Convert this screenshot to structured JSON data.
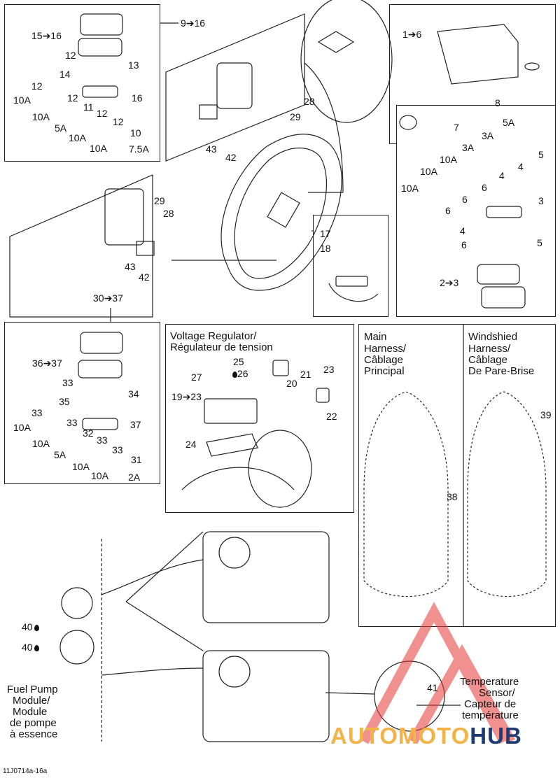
{
  "fuse_box_top": {
    "callouts": [
      "15➔16",
      "12",
      "14",
      "13",
      "12",
      "16",
      "12",
      "10A",
      "10A",
      "11",
      "12",
      "5A",
      "10A",
      "12",
      "10A",
      "10",
      "7.5A"
    ]
  },
  "bracket_detail": {
    "callouts": [
      "9➔16",
      "28",
      "29",
      "43",
      "42"
    ]
  },
  "main_fuse_box": {
    "callouts": [
      "1➔6",
      "8",
      "7"
    ]
  },
  "fuse_set_right": {
    "callouts": [
      "5A",
      "3A",
      "3A",
      "5",
      "10A",
      "4",
      "10A",
      "4",
      "10A",
      "6",
      "6",
      "3",
      "4",
      "5",
      "6",
      "2➔3"
    ]
  },
  "bracket_left": {
    "callouts": [
      "29",
      "28",
      "43",
      "42",
      "30➔37"
    ]
  },
  "connector_detail": {
    "callouts": [
      "17",
      "18"
    ]
  },
  "fuse_box_bottom": {
    "callouts": [
      "36➔37",
      "33",
      "34",
      "35",
      "33",
      "10A",
      "33",
      "32",
      "37",
      "10A",
      "5A",
      "33",
      "33",
      "10A",
      "10A",
      "31",
      "2A"
    ]
  },
  "voltage_regulator": {
    "title_line1": "Voltage Regulator/",
    "title_line2": "Régulateur de tension",
    "callouts": [
      "25",
      "26",
      "21",
      "27",
      "20",
      "23",
      "19➔23",
      "22",
      "24"
    ]
  },
  "main_harness": {
    "title_lines": [
      "Main",
      "Harness/",
      "Câblage",
      "Principal"
    ],
    "callout": "38"
  },
  "windshield_harness": {
    "title_lines": [
      "Windshied",
      "Harness/",
      "Câblage",
      "De Pare-Brise"
    ],
    "callout": "39"
  },
  "engine": {
    "callouts": [
      "40",
      "40"
    ],
    "fuel_pump_lines": [
      "Fuel Pump",
      "Module/",
      "Module",
      "de pompe",
      "à essence"
    ]
  },
  "temperature_sensor": {
    "callout": "41",
    "label_lines": [
      "Temperature",
      "Sensor/",
      "Capteur de",
      "température"
    ]
  },
  "footer": {
    "figure_code": "11J0714a-16a"
  },
  "watermark": {
    "part1": "AUTOMOTO",
    "part2": "HUB",
    "color1": "#f2b347",
    "color2": "#1f3b73",
    "logo_color": "#e53935"
  }
}
